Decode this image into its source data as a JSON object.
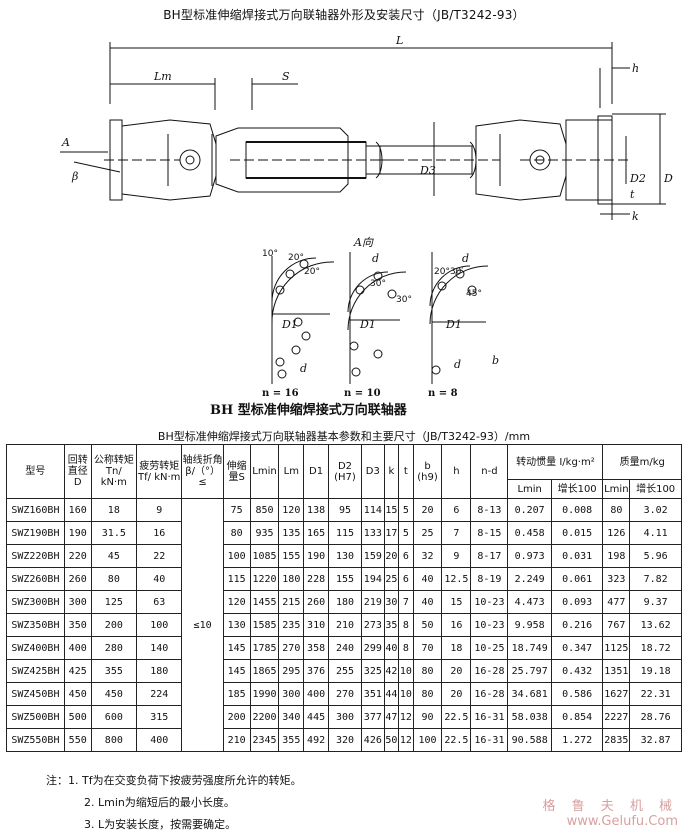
{
  "title": "BH型标准伸缩焊接式万向联轴器外形及安装尺寸（JB/T3242-93）",
  "drawing": {
    "caption": "BH 型标准伸缩焊接式万向联轴器",
    "dim_labels": {
      "L": "L",
      "Lm": "Lm",
      "S": "S",
      "h": "h",
      "A": "A",
      "beta": "β",
      "D3": "D3",
      "D2": "D2",
      "D": "D",
      "t": "t",
      "k": "k",
      "b": "b",
      "d": "d",
      "D1": "D1"
    },
    "view_label": "A向",
    "angles": [
      "10°",
      "20°",
      "20°",
      "30°",
      "30°",
      "20°30′",
      "45°"
    ],
    "bolt_counts": [
      "n = 16",
      "n = 10",
      "n = 8"
    ]
  },
  "table": {
    "caption": "BH型标准伸缩焊接式万向联轴器基本参数和主要尺寸（JB/T3242-93）/mm",
    "headers": {
      "model": "型号",
      "dia": "回转直径 D",
      "rated": "公称转矩Tn/ kN·m",
      "fatigue": "疲劳转矩Tf/ kN·m",
      "angle": "轴线折角β/（°）≤",
      "stroke": "伸缩量S",
      "lmin": "Lmin",
      "lm": "Lm",
      "d1": "D1",
      "d2": "D2 (H7)",
      "d3": "D3",
      "k": "k",
      "t": "t",
      "b": "b (h9)",
      "h": "h",
      "nd": "n-d",
      "inertia": "转动惯量 I/kg·m²",
      "inertia_lmin": "Lmin",
      "inertia_inc": "增长100",
      "mass": "质量m/kg",
      "mass_lmin": "Lmin",
      "mass_inc": "增长100"
    },
    "angle_value": "≤10",
    "rows": [
      [
        "SWZ160BH",
        "160",
        "18",
        "9",
        "75",
        "850",
        "120",
        "138",
        "95",
        "114",
        "15",
        "5",
        "20",
        "6",
        "8-13",
        "0.207",
        "0.008",
        "80",
        "3.02"
      ],
      [
        "SWZ190BH",
        "190",
        "31.5",
        "16",
        "80",
        "935",
        "135",
        "165",
        "115",
        "133",
        "17",
        "5",
        "25",
        "7",
        "8-15",
        "0.458",
        "0.015",
        "126",
        "4.11"
      ],
      [
        "SWZ220BH",
        "220",
        "45",
        "22",
        "100",
        "1085",
        "155",
        "190",
        "130",
        "159",
        "20",
        "6",
        "32",
        "9",
        "8-17",
        "0.973",
        "0.031",
        "198",
        "5.96"
      ],
      [
        "SWZ260BH",
        "260",
        "80",
        "40",
        "115",
        "1220",
        "180",
        "228",
        "155",
        "194",
        "25",
        "6",
        "40",
        "12.5",
        "8-19",
        "2.249",
        "0.061",
        "323",
        "7.82"
      ],
      [
        "SWZ300BH",
        "300",
        "125",
        "63",
        "120",
        "1455",
        "215",
        "260",
        "180",
        "219",
        "30",
        "7",
        "40",
        "15",
        "10-23",
        "4.473",
        "0.093",
        "477",
        "9.37"
      ],
      [
        "SWZ350BH",
        "350",
        "200",
        "100",
        "130",
        "1585",
        "235",
        "310",
        "210",
        "273",
        "35",
        "8",
        "50",
        "16",
        "10-23",
        "9.958",
        "0.216",
        "767",
        "13.62"
      ],
      [
        "SWZ400BH",
        "400",
        "280",
        "140",
        "145",
        "1785",
        "270",
        "358",
        "240",
        "299",
        "40",
        "8",
        "70",
        "18",
        "10-25",
        "18.749",
        "0.347",
        "1125",
        "18.72"
      ],
      [
        "SWZ425BH",
        "425",
        "355",
        "180",
        "145",
        "1865",
        "295",
        "376",
        "255",
        "325",
        "42",
        "10",
        "80",
        "20",
        "16-28",
        "25.797",
        "0.432",
        "1351",
        "19.18"
      ],
      [
        "SWZ450BH",
        "450",
        "450",
        "224",
        "185",
        "1990",
        "300",
        "400",
        "270",
        "351",
        "44",
        "10",
        "80",
        "20",
        "16-28",
        "34.681",
        "0.586",
        "1627",
        "22.31"
      ],
      [
        "SWZ500BH",
        "500",
        "600",
        "315",
        "200",
        "2200",
        "340",
        "445",
        "300",
        "377",
        "47",
        "12",
        "90",
        "22.5",
        "16-31",
        "58.038",
        "0.854",
        "2227",
        "28.76"
      ],
      [
        "SWZ550BH",
        "550",
        "800",
        "400",
        "210",
        "2345",
        "355",
        "492",
        "320",
        "426",
        "50",
        "12",
        "100",
        "22.5",
        "16-31",
        "90.588",
        "1.272",
        "2835",
        "32.87"
      ]
    ]
  },
  "notes": [
    "注：1. Tf为在交变负荷下按疲劳强度所允许的转矩。",
    "2. Lmin为缩短后的最小长度。",
    "3. L为安装长度，按需要确定。"
  ],
  "watermark": {
    "name": "格 鲁 夫 机 械",
    "url": "www.Gelufu.Com"
  }
}
